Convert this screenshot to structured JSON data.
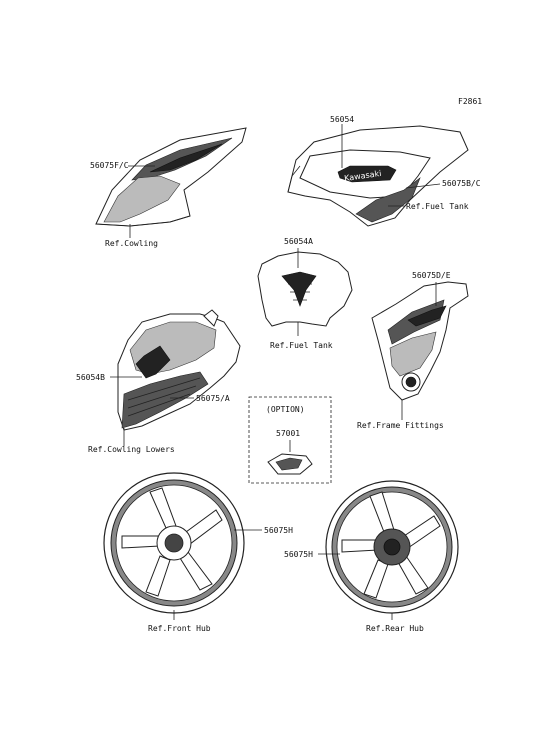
{
  "figure_code": "F2861",
  "labels": {
    "p56075fc": "56075F/C",
    "ref_cowling": "Ref.Cowling",
    "p56054": "56054",
    "p56075bc": "56075B/C",
    "ref_fuel_tank_1": "Ref.Fuel Tank",
    "p56054a": "56054A",
    "ref_fuel_tank_2": "Ref.Fuel Tank",
    "p56075de": "56075D/E",
    "ref_frame_fittings": "Ref.Frame Fittings",
    "p56054b": "56054B",
    "p56075a": "56075/A",
    "ref_cowling_lowers": "Ref.Cowling Lowers",
    "option_title": "(OPTION)",
    "p57001": "57001",
    "p56075h_front": "56075H",
    "p56075h_rear": "56075H",
    "ref_front_hub": "Ref.Front Hub",
    "ref_rear_hub": "Ref.Rear Hub"
  },
  "decal_text": "Kawasaki"
}
